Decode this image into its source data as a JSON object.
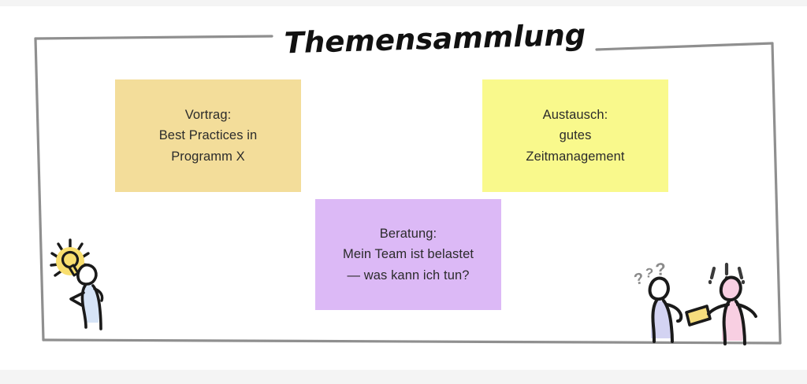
{
  "board": {
    "title": "Themensammlung",
    "frame_color": "#8c8c8c",
    "background_color": "#ffffff"
  },
  "notes": [
    {
      "id": "vortrag",
      "name": "sticky-note-vortrag",
      "color": "#f3dd9a",
      "lines": [
        "Vortrag:",
        "Best Practices in",
        "Programm X"
      ]
    },
    {
      "id": "austausch",
      "name": "sticky-note-austausch",
      "color": "#f9f98c",
      "lines": [
        "Austausch:",
        "gutes",
        "Zeitmanagement"
      ]
    },
    {
      "id": "beratung",
      "name": "sticky-note-beratung",
      "color": "#dcb9f6",
      "lines": [
        "Beratung:",
        "Mein Team ist belastet",
        "— was kann ich tun?"
      ]
    }
  ],
  "illustrations": {
    "left": {
      "name": "person-with-idea-lightbulb",
      "body_color": "#d6e4f7",
      "lightbulb_color": "#f8de6e",
      "symbol": "lightbulb"
    },
    "right_pair": {
      "name": "two-people-exchanging-note",
      "asking_person": {
        "name": "person-asking",
        "body_color": "#d3d3f2",
        "symbol": "question-marks",
        "symbol_color": "#8a8a8a",
        "symbol_text": "???"
      },
      "answering_person": {
        "name": "person-answering",
        "body_color": "#f8cfe2",
        "symbol": "exclamation-marks",
        "symbol_color": "#3a3a3a",
        "symbol_text": "!!!"
      },
      "exchanged_card": {
        "name": "handed-note-card",
        "color": "#f6dd7e"
      }
    }
  }
}
